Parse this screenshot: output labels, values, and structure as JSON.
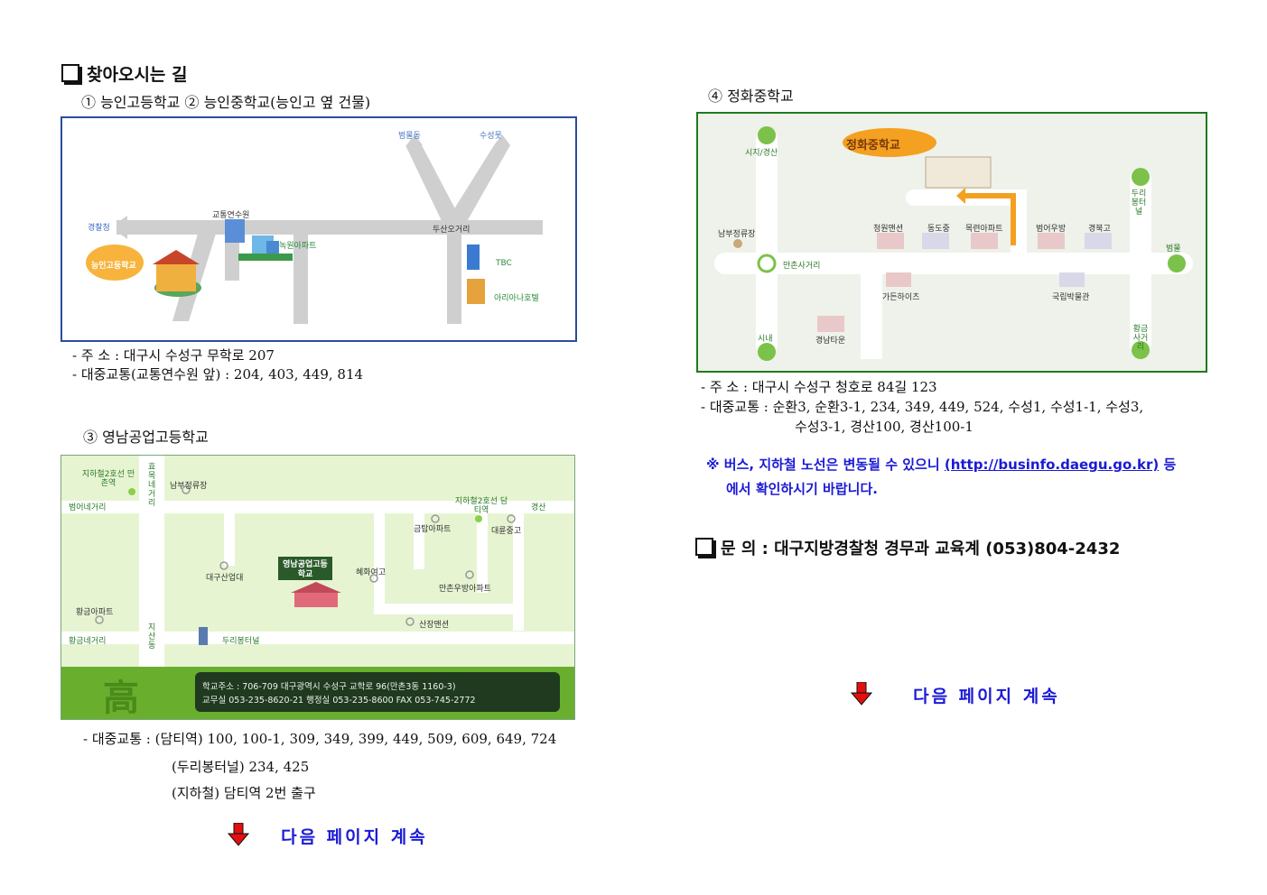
{
  "section_title": "찾아오시는 길",
  "school_a": {
    "caption": "① 능인고등학교 ② 능인중학교(능인고 옆 건물)",
    "map_labels": {
      "beommul": "범물동",
      "suseongmot": "수성못",
      "police": "경찰청",
      "training": "교통연수원",
      "duksan": "두산오거리",
      "noksan": "녹원아파트",
      "school": "능인고등학교",
      "tbc": "TBC",
      "hotel": "아리아나호텔"
    },
    "address_line": "- 주  소 :  대구시 수성구 무학로 207",
    "transit_line": "- 대중교통(교통연수원 앞) : 204, 403, 449, 814"
  },
  "school_b": {
    "caption": "③ 영남공업고등학교",
    "map_labels": {
      "line2_mancheon": "지하철2호선 만촌역",
      "hyomok": "효목네거리",
      "nambu": "남부정류장",
      "beomeo": "범어네거리",
      "line2_damti": "지하철2호선 담티역",
      "gyeongsan": "경산",
      "geumtap": "금탑아파트",
      "daeryun": "대륜중고",
      "daegu_ind": "대구산업대",
      "school": "영남공업고등학교",
      "hyewon": "혜화여고",
      "mancheon_apt": "만촌우방아파트",
      "hwanggeum_apt": "황금아파트",
      "sanjang": "산장맨션",
      "hwanggeum_cross": "황금네거리",
      "jisan": "지산동",
      "duribong": "두리봉터널",
      "footer_line1": "학교주소 : 706-709 대구광역시 수성구 교학로 96(만촌3동 1160-3)",
      "footer_line2": "교무실 053-235-8620-21 행정실 053-235-8600  FAX 053-745-2772",
      "emblem": "高"
    },
    "transit_line1": "- 대중교통 : (담티역) 100, 100-1, 309, 349, 399, 449, 509, 609, 649, 724",
    "transit_line2": "(두리봉터널) 234, 425",
    "transit_line3": "(지하철) 담티역 2번 출구"
  },
  "school_c": {
    "caption": "④ 정화중학교",
    "map_labels": {
      "siji": "시지/경산",
      "school": "정화중학교",
      "duribong": "두리봉터널",
      "nambu": "남부정류장",
      "cheongwon": "청원맨션",
      "dongdo": "동도중",
      "mokryeon": "목련아파트",
      "beomeo": "범어우방",
      "gyeongbuk": "경북고",
      "beommul": "범물",
      "mancheon": "만촌사거리",
      "garden": "가든하이츠",
      "museum": "국립박물관",
      "downtown": "시내",
      "gyeongnam": "경남타운",
      "hwanggeum": "황금사거리"
    },
    "address_line": "- 주     소 : 대구시 수성구 청호로 84길 123",
    "transit_line1": "- 대중교통 : 순환3, 순환3-1, 234, 349, 449, 524, 수성1, 수성1-1, 수성3,",
    "transit_line2": "수성3-1, 경산100, 경산100-1"
  },
  "notice_pre": "※ 버스, 지하철 노선은 변동될 수 있으니 ",
  "notice_link": "(http://businfo.daegu.go.kr)",
  "notice_post": " 등",
  "notice_line2": "에서 확인하시기 바랍니다.",
  "inquiry": "문 의 : 대구지방경찰청 경무과 교육계 (053)804-2432",
  "continue_label": "다음 페이지 계속",
  "colors": {
    "accent": "#1a1ad6",
    "arrow": "#e01010",
    "map_a_border": "#2a4d9c",
    "map_c_border": "#1e7a1e"
  }
}
